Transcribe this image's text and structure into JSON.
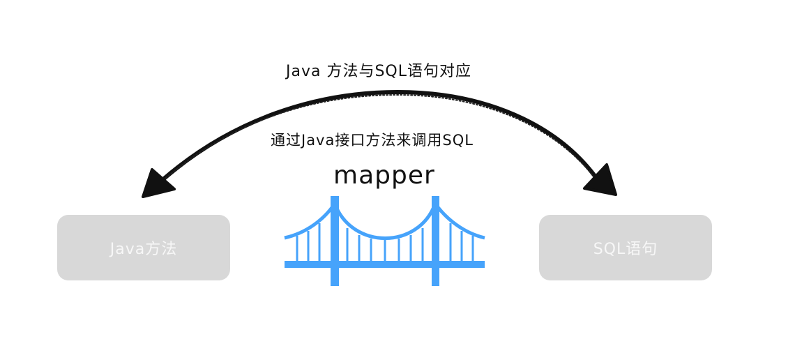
{
  "diagram": {
    "top_caption": "Java 方法与SQL语句对应",
    "middle_caption": "通过Java接口方法来调用SQL",
    "bridge_label": "mapper",
    "left_box": {
      "label": "Java方法"
    },
    "right_box": {
      "label": "SQL语句"
    },
    "icons": {
      "bridge": "bridge-icon",
      "arc_arrow": "double-headed-arc-arrow"
    },
    "colors": {
      "box_fill": "#d8d8d8",
      "box_text": "#f7f7f7",
      "bridge": "#46a3fb",
      "arrow": "#111111",
      "text": "#111111"
    }
  }
}
